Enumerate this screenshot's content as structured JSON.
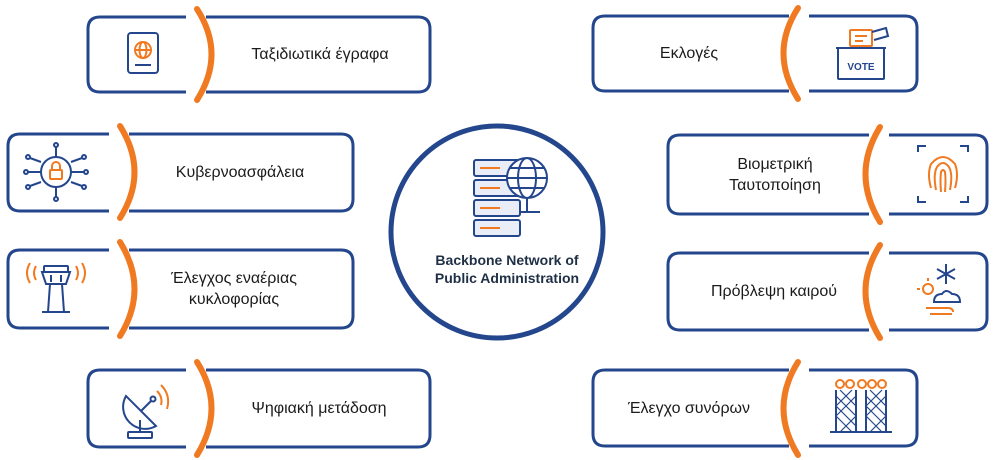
{
  "center": {
    "title_line1": "Backbone Network of",
    "title_line2": "Public Administration",
    "icon": "server-globe-icon"
  },
  "items": [
    {
      "label": "Ταξιδιωτικά έγραφα",
      "icon": "passport-icon"
    },
    {
      "label": "Κυβερνοασφάλεια",
      "icon": "cyber-lock-icon"
    },
    {
      "label_line1": "Έλεγχος εναέριας",
      "label_line2": "κυκλοφορίας",
      "icon": "control-tower-icon"
    },
    {
      "label": "Ψηφιακή μετάδοση",
      "icon": "satellite-dish-icon"
    },
    {
      "label": "Εκλογές",
      "icon": "ballot-box-icon",
      "icon_text": "VOTE"
    },
    {
      "label_line1": "Βιομετρική",
      "label_line2": "Ταυτοποίηση",
      "icon": "fingerprint-icon"
    },
    {
      "label": "Πρόβλεψη καιρού",
      "icon": "weather-icon"
    },
    {
      "label": "Έλεγχο συνόρων",
      "icon": "border-fence-icon"
    }
  ],
  "colors": {
    "navy": "#24468c",
    "orange": "#f07a22",
    "text": "#1b1b1b"
  }
}
